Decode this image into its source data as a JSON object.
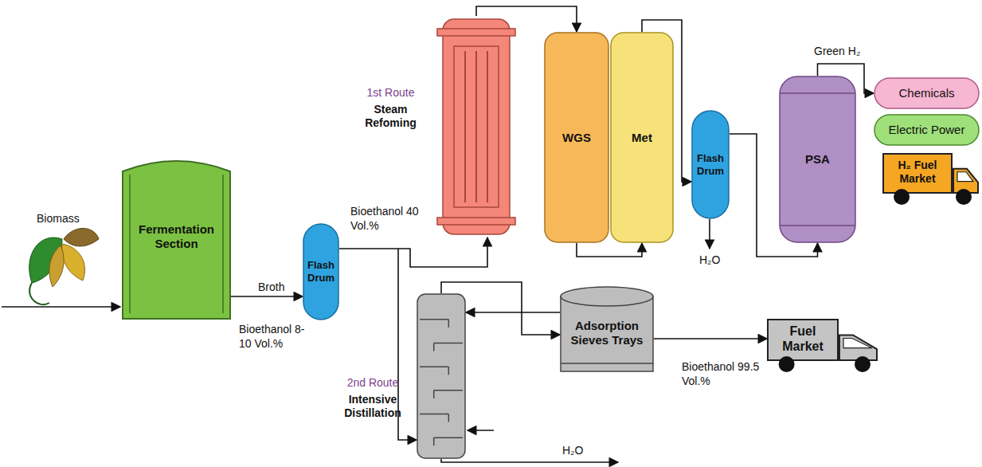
{
  "diagram": {
    "nodes": [
      {
        "text": [
          "Fermentation Section"
        ]
      },
      {
        "text": [
          "Flash Drum"
        ]
      },
      {
        "text": [
          "1st Route",
          "Steam Refoming"
        ]
      },
      {
        "text": [
          "WGS"
        ]
      },
      {
        "text": [
          "Met"
        ]
      },
      {
        "text": [
          "Flash Drum"
        ]
      },
      {
        "text": [
          "PSA"
        ]
      },
      {
        "text": [
          "Chemicals"
        ]
      },
      {
        "text": [
          "Electric Power"
        ]
      },
      {
        "text": [
          "H₂ Fuel Market"
        ]
      },
      {
        "text": [
          "2nd Route",
          "Intensive Distillation"
        ]
      },
      {
        "text": [
          "Adsorption Sieves Trays"
        ]
      },
      {
        "text": [
          "Fuel Market"
        ]
      }
    ],
    "edges": [
      {
        "from": 0,
        "to": 1,
        "arrow": "to"
      },
      {
        "from": 1,
        "to": 2,
        "arrow": "to"
      },
      {
        "from": 2,
        "to": 3,
        "arrow": "to"
      },
      {
        "from": 3,
        "to": 4,
        "arrow": "to"
      },
      {
        "from": 4,
        "to": 5,
        "arrow": "to"
      },
      {
        "from": 5,
        "to": 6,
        "arrow": "to"
      },
      {
        "from": 6,
        "to": 7,
        "label": "Green H₂",
        "arrow": "to"
      },
      {
        "from": 1,
        "to": 10,
        "arrow": "to"
      },
      {
        "from": 10,
        "to": 11,
        "arrow": "to"
      },
      {
        "from": 11,
        "to": 10,
        "arrow": "to"
      },
      {
        "from": 11,
        "to": 12,
        "arrow": "to"
      }
    ],
    "labels": [
      "Biomass",
      "Broth",
      "Bioethanol 8-10 Vol.%",
      "Bioethanol 40 Vol.%",
      "H₂O",
      "Bioethanol 99.5 Vol.%",
      "H₂O"
    ]
  }
}
